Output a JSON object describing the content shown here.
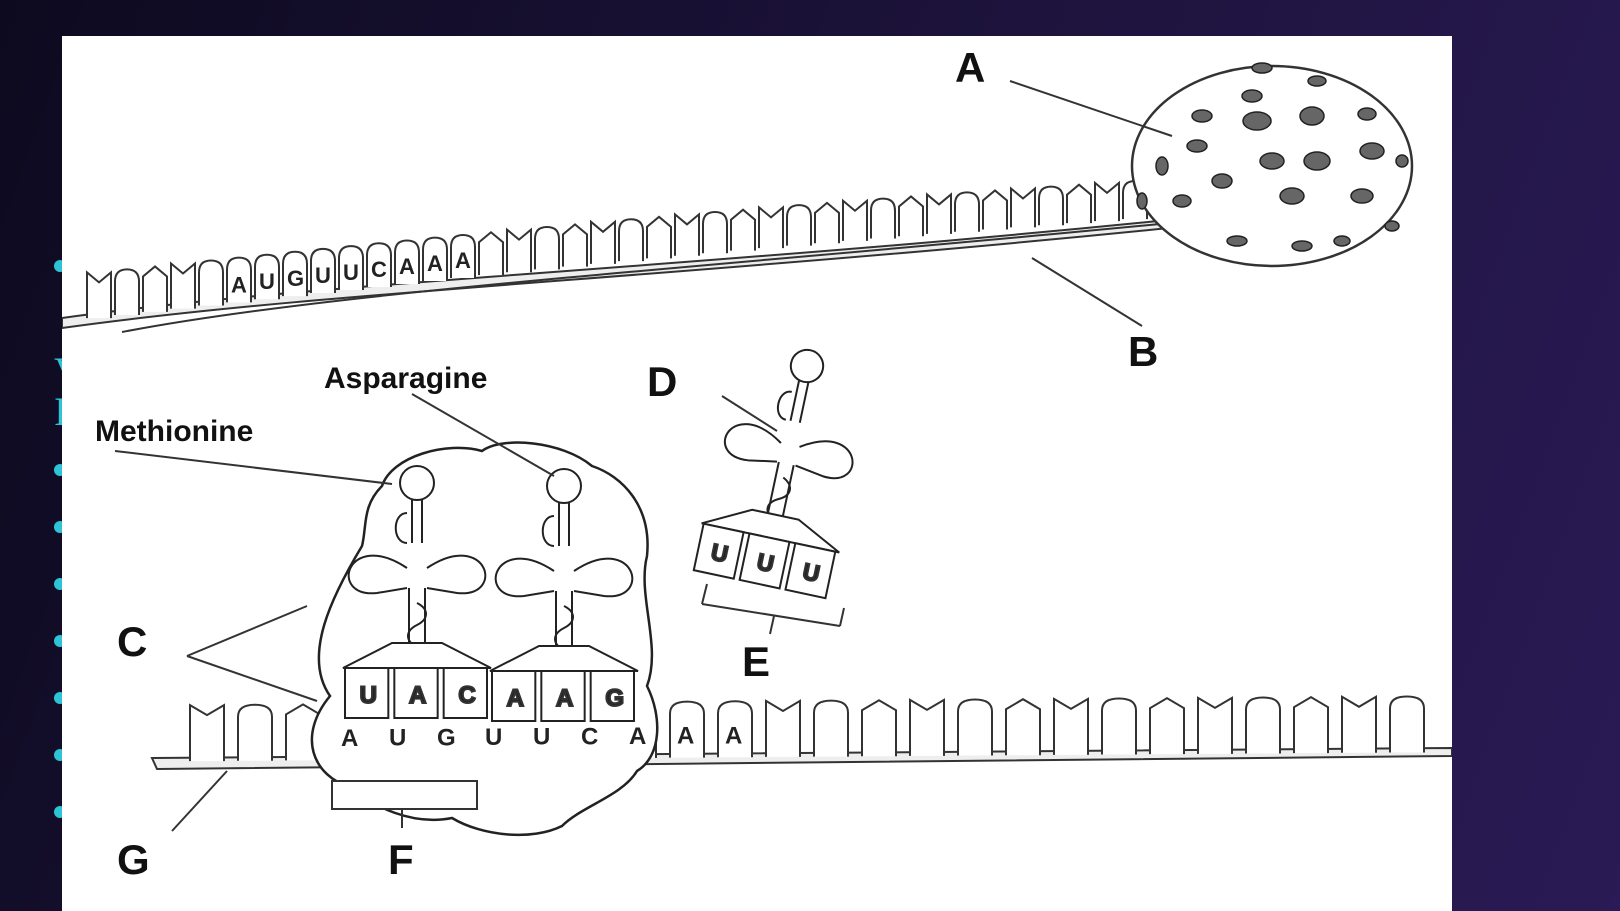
{
  "slide": {
    "bg_accent": "#2ec4d6",
    "text_fragments": [
      "V",
      "I"
    ]
  },
  "diagram": {
    "labels": {
      "A": "A",
      "B": "B",
      "C": "C",
      "D": "D",
      "E": "E",
      "F": "F",
      "G": "G"
    },
    "amino_acids": {
      "methionine": "Methionine",
      "asparagine": "Asparagine"
    },
    "top_mrna_bases": [
      "A",
      "U",
      "G",
      "U",
      "U",
      "C",
      "A",
      "A",
      "A"
    ],
    "bottom_mrna_bases": [
      "A",
      "U",
      "G",
      "U",
      "U",
      "C",
      "A",
      "A",
      "A"
    ],
    "anticodon_1": [
      "U",
      "A",
      "C"
    ],
    "anticodon_2": [
      "A",
      "A",
      "G"
    ],
    "free_trna_anticodon": [
      "U",
      "U",
      "U"
    ]
  }
}
